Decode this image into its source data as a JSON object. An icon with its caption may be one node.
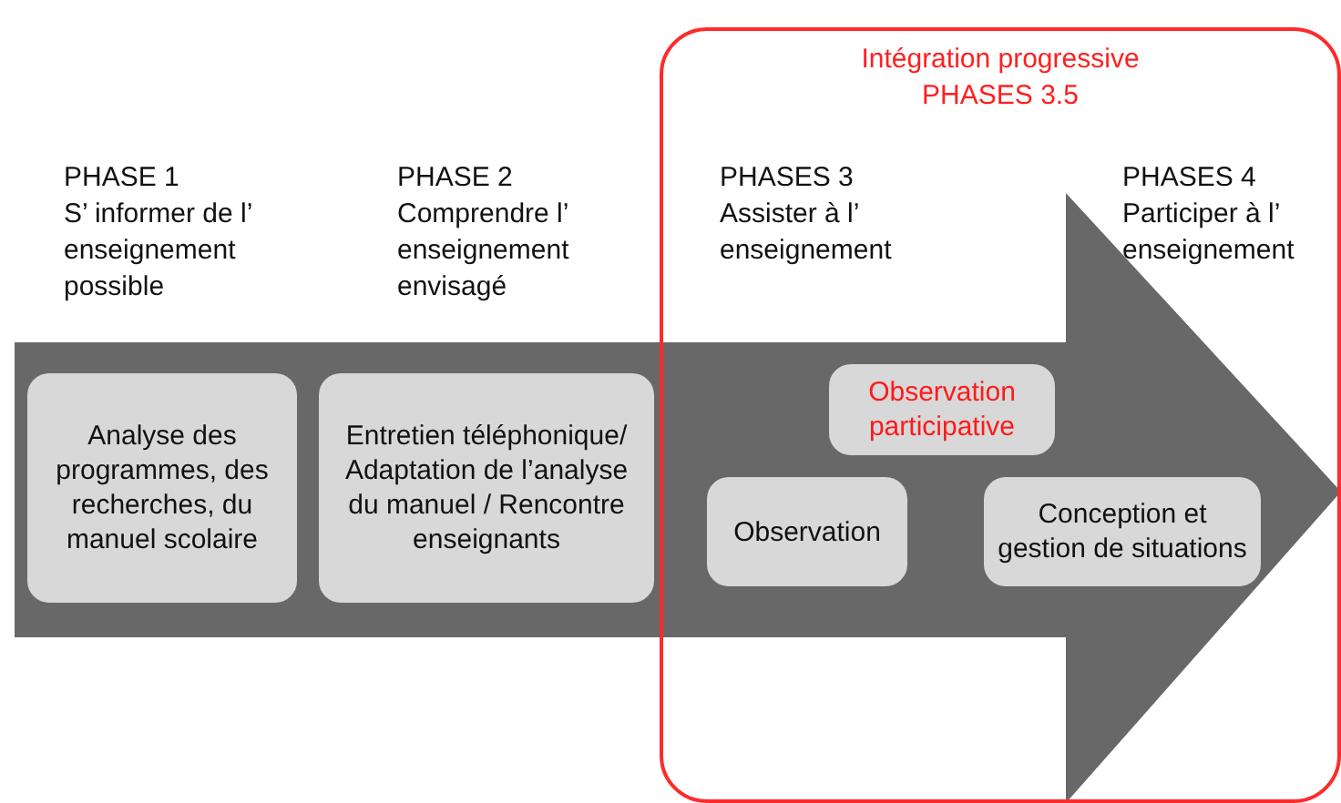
{
  "diagram": {
    "nodes": [
      {
        "text": [
          "Intégration progressive PHASES 3.5"
        ]
      },
      {
        "text": [
          "Analyse des programmes, des recherches, du manuel scolaire"
        ]
      },
      {
        "text": [
          "Entretien téléphonique/ Adaptation de l’analyse du manuel / Rencontre enseignants"
        ]
      },
      {
        "text": [
          "Observation participative"
        ],
        "in": 0
      },
      {
        "text": [
          "Observation"
        ],
        "in": 0
      },
      {
        "text": [
          "Conception et gestion de situations"
        ],
        "in": 0
      }
    ],
    "labels": [
      "PHASE 1",
      "S’ informer de l’ enseignement possible",
      "PHASE 2",
      "Comprendre l’ enseignement envisagé",
      "PHASES 3",
      "Assister à l’ enseignement",
      "PHASES 4",
      "Participer à l’ enseignement"
    ]
  }
}
